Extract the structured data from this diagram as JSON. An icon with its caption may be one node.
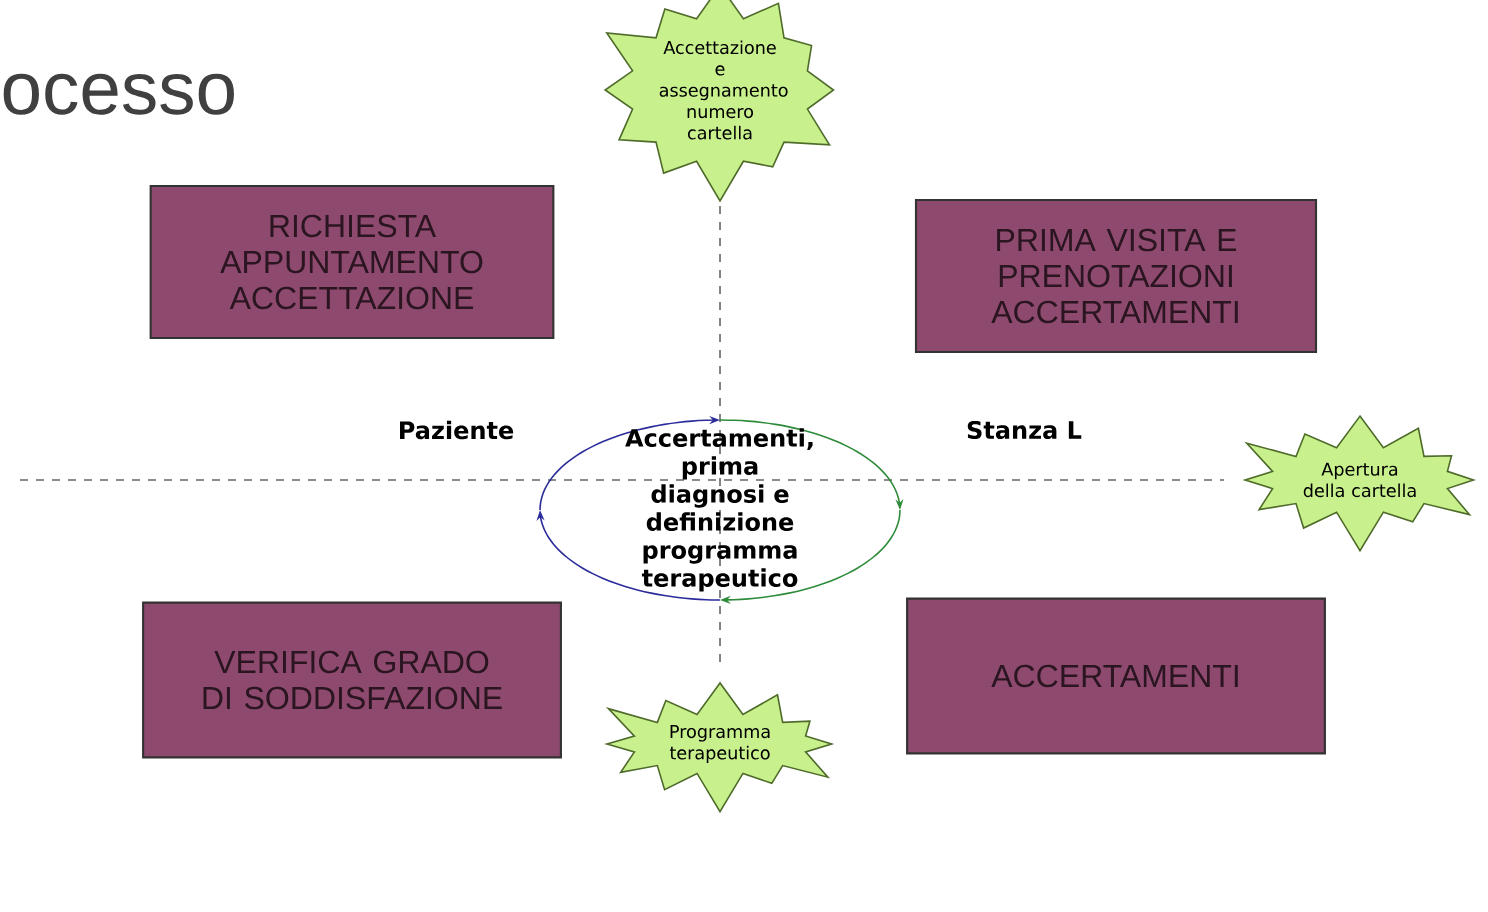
{
  "diagram": {
    "title": "ocesso",
    "nodes": [
      {
        "text": [
          "RICHIESTA APPUNTAMENTO ACCETTAZIONE"
        ]
      },
      {
        "text": [
          "Accettazione e assegnamento numero cartella"
        ]
      },
      {
        "text": [
          "PRIMA VISITA E PRENOTAZIONI ACCERTAMENTI"
        ]
      },
      {
        "text": [
          "Accertamenti, prima diagnosi e definizione programma terapeutico"
        ]
      },
      {
        "text": [
          "Apertura della cartella"
        ]
      },
      {
        "text": [
          "VERIFICA GRADO DI SODDISFAZIONE"
        ]
      },
      {
        "text": [
          "Programma terapeutico"
        ]
      },
      {
        "text": [
          "ACCERTAMENTI"
        ]
      }
    ],
    "labels": [
      "Paziente",
      "Stanza L"
    ]
  }
}
